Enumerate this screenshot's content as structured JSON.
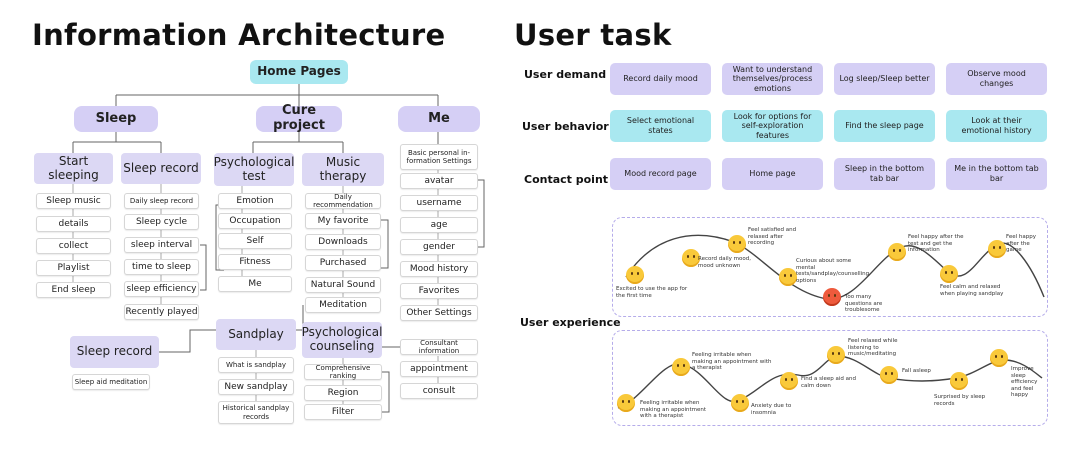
{
  "ia": {
    "title": "Information Architecture",
    "root": "Home Pages",
    "sleep": {
      "label": "Sleep",
      "start": {
        "label": "Start sleeping",
        "items": [
          "Sleep music",
          "details",
          "collect",
          "Playlist",
          "End sleep"
        ]
      },
      "record": {
        "label": "Sleep record",
        "items": [
          "Daily sleep record",
          "Sleep cycle",
          "sleep interval",
          "time to sleep",
          "sleep efficiency",
          "Recently played"
        ]
      }
    },
    "cure": {
      "label": "Cure project",
      "psy": {
        "label": "Psychological test",
        "items": [
          "Emotion",
          "Occupation",
          "Self",
          "Fitness",
          "Me"
        ]
      },
      "music": {
        "label": "Music therapy",
        "items": [
          "Daily recommendation",
          "My favorite",
          "Downloads",
          "Purchased",
          "Natural Sound",
          "Meditation"
        ]
      },
      "sandplay": {
        "label": "Sandplay",
        "items": [
          "What is sandplay",
          "New sandplay",
          "Historical sandplay records"
        ]
      },
      "counsel": {
        "label": "Psychological counseling",
        "items": [
          "Comprehensive ranking",
          "Region",
          "Filter"
        ]
      }
    },
    "me": {
      "label": "Me",
      "items": [
        "Basic personal in-formation Settings",
        "avatar",
        "username",
        "age",
        "gender",
        "Mood history",
        "Favorites",
        "Other Settings"
      ]
    },
    "consultant": {
      "items": [
        "Consultant information",
        "appointment",
        "consult"
      ]
    },
    "extra_record": {
      "label": "Sleep record",
      "item": "Sleep aid meditation"
    }
  },
  "task": {
    "title": "User task",
    "rows": [
      {
        "label": "User demand",
        "cards": [
          "Record daily mood",
          "Want to understand themselves/process emotions",
          "Log sleep/Sleep better",
          "Observe mood changes"
        ]
      },
      {
        "label": "User behavior",
        "cards": [
          "Select emotional states",
          "Look for options for self-exploration features",
          "Find the sleep page",
          "Look at their emotional history"
        ]
      },
      {
        "label": "Contact point",
        "cards": [
          "Mood record page",
          "Home page",
          "Sleep in the bottom tab bar",
          "Me in the bottom tab bar"
        ]
      }
    ],
    "experience_label": "User experience",
    "journey1": [
      "Excited to use the app for the first time",
      "Record daily mood, mood unknown",
      "Feel satisfied and relaxed after recording",
      "Curious about some mental tests/sandplay/counselling options",
      "Too many questions are troublesome",
      "Feel happy after the test and get the information",
      "Feel calm and relaxed when playing sandplay",
      "Feel happy after the game"
    ],
    "journey2": [
      "Feeling irritable when making an appointment with a therapist",
      "Feeling irritable when making an appointment with a therapist",
      "Anxiety due to insomnia",
      "Find a sleep aid and calm down",
      "Feel relaxed while listening to music/meditating",
      "Fall asleep",
      "Surprised by sleep records",
      "Improve sleep efficiency and feel happy"
    ]
  },
  "colors": {
    "purple": "#d5cff5",
    "cyan": "#a9e8f0",
    "dashed": "#b5acea"
  }
}
